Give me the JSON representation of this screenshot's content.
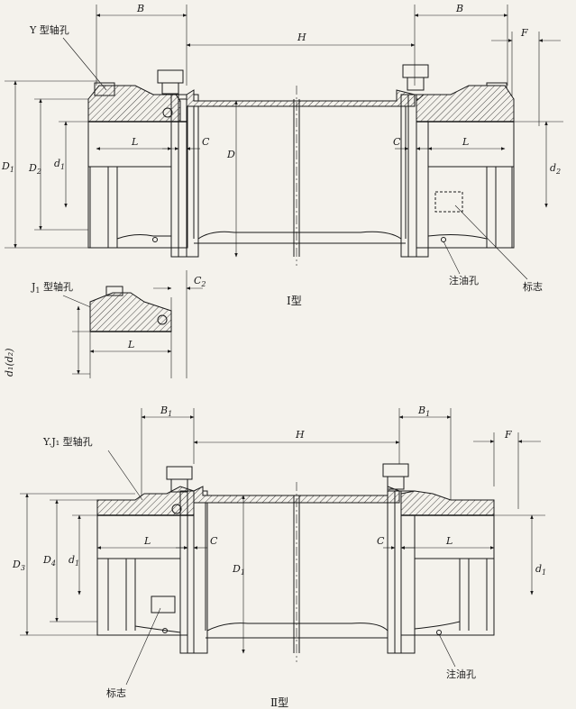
{
  "top_view": {
    "dims": {
      "B_left": "B",
      "B_right": "B",
      "H": "H",
      "F": "F",
      "D1": "D",
      "D1_sub": "1",
      "D2": "D",
      "D2_sub": "2",
      "d1": "d",
      "d1_sub": "1",
      "d2": "d",
      "d2_sub": "2",
      "L_left": "L",
      "L_right": "L",
      "C_left": "C",
      "C_right": "C",
      "D": "D"
    },
    "labels": {
      "y_bore": "Y 型轴孔",
      "oil_hole": "注油孔",
      "mark": "标志"
    },
    "caption": "Ⅰ型"
  },
  "j1_view": {
    "label_main": "J",
    "label_sub": "1",
    "label_rest": " 型轴孔",
    "dims": {
      "C2": "C",
      "C2_sub": "2",
      "L": "L",
      "d1_d2": "d₁(d₂)"
    }
  },
  "bottom_view": {
    "dims": {
      "B1_left": "B",
      "B1_left_sub": "1",
      "B1_right": "B",
      "B1_right_sub": "1",
      "H": "H",
      "F": "F",
      "D3": "D",
      "D3_sub": "3",
      "D4": "D",
      "D4_sub": "4",
      "d1": "d",
      "d1_sub": "1",
      "d1r": "d",
      "d1r_sub": "1",
      "L_left": "L",
      "L_right": "L",
      "C_left": "C",
      "C_right": "C",
      "D1": "D",
      "D1_sub": "1"
    },
    "labels": {
      "yj1_bore": "Y.J₁ 型轴孔",
      "oil_hole": "注油孔",
      "mark": "标志"
    },
    "caption": "Ⅱ型"
  }
}
